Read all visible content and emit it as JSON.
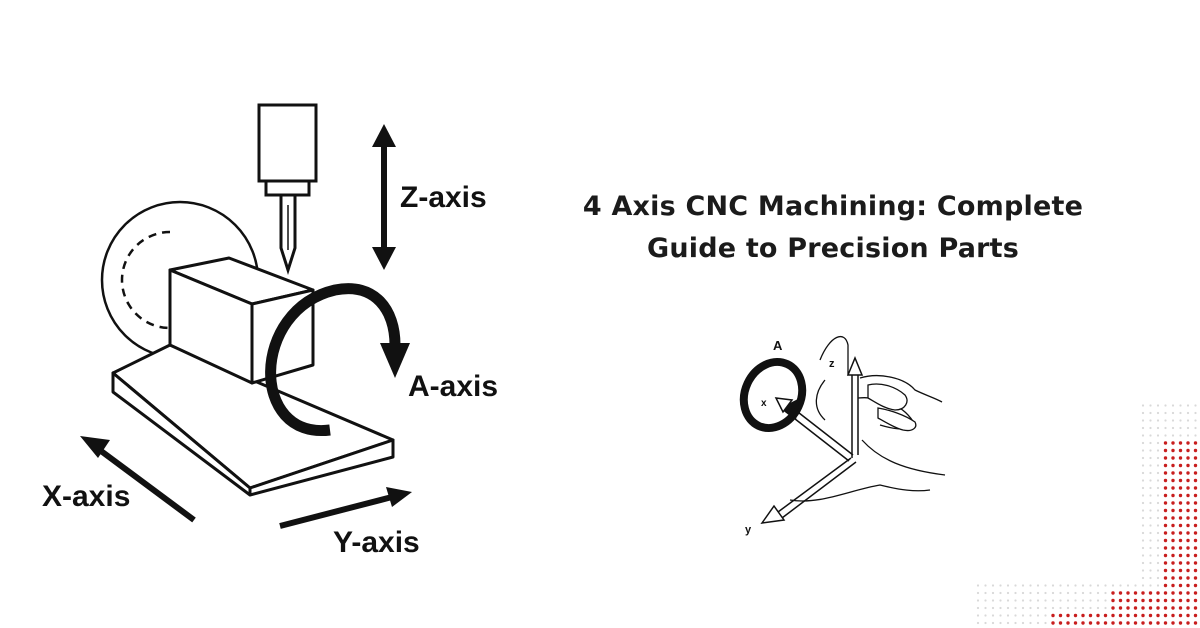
{
  "title": "4 Axis CNC Machining: Complete Guide to Precision Parts",
  "machine_diagram": {
    "labels": {
      "z": "Z-axis",
      "a": "A-axis",
      "x": "X-axis",
      "y": "Y-axis"
    }
  },
  "hand_diagram": {
    "labels": {
      "a": "A",
      "z": "z",
      "x": "x",
      "y": "y"
    }
  },
  "colors": {
    "text": "#1b1b1b",
    "line": "#111111",
    "accent_dots": "#c81e1e",
    "faint_dots": "#d9d9d9"
  }
}
